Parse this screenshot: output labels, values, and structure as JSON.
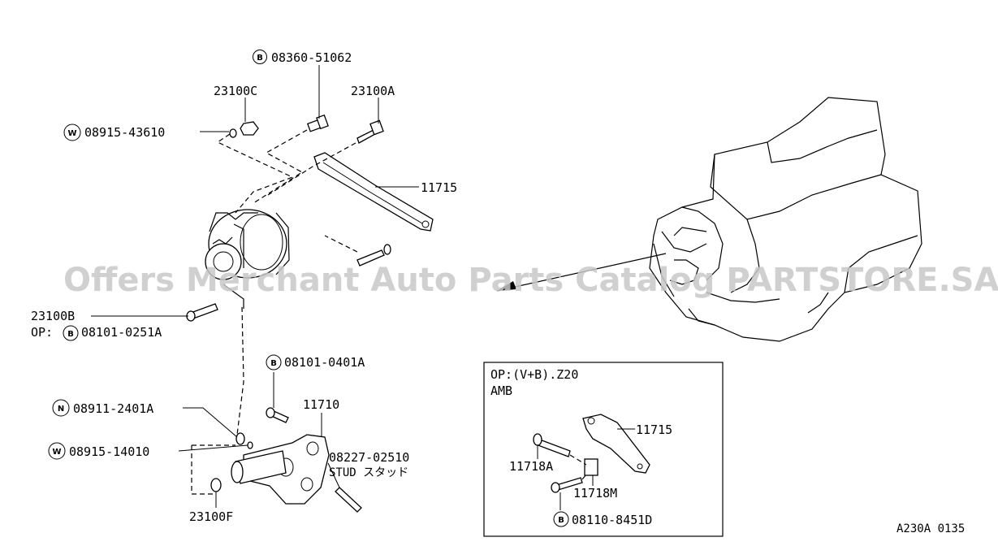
{
  "labels": {
    "p_08360": "08360-51062",
    "p_23100C": "23100C",
    "p_23100A": "23100A",
    "p_08915_43610": "08915-43610",
    "p_11715": "11715",
    "p_23100B": "23100B",
    "p_op_line": "OP:",
    "p_08101_0251A": "08101-0251A",
    "p_08101_0401A": "08101-0401A",
    "p_11710": "11710",
    "p_08911": "08911-2401A",
    "p_08915_14010": "08915-14010",
    "p_08227": "08227-02510",
    "p_stud": "STUD スタッド",
    "p_23100F": "23100F",
    "inset_title": "OP:(V+B).Z20",
    "inset_sub": "AMB",
    "inset_11715": "11715",
    "inset_11718A": "11718A",
    "inset_11718M": "11718M",
    "inset_08110": "08110-8451D",
    "figure_code": "A230A 0135"
  },
  "symbols": {
    "b": "B",
    "w": "W",
    "n": "N"
  },
  "watermark": "Offers Merchant Auto Parts Catalog PARTSTORE.SA"
}
